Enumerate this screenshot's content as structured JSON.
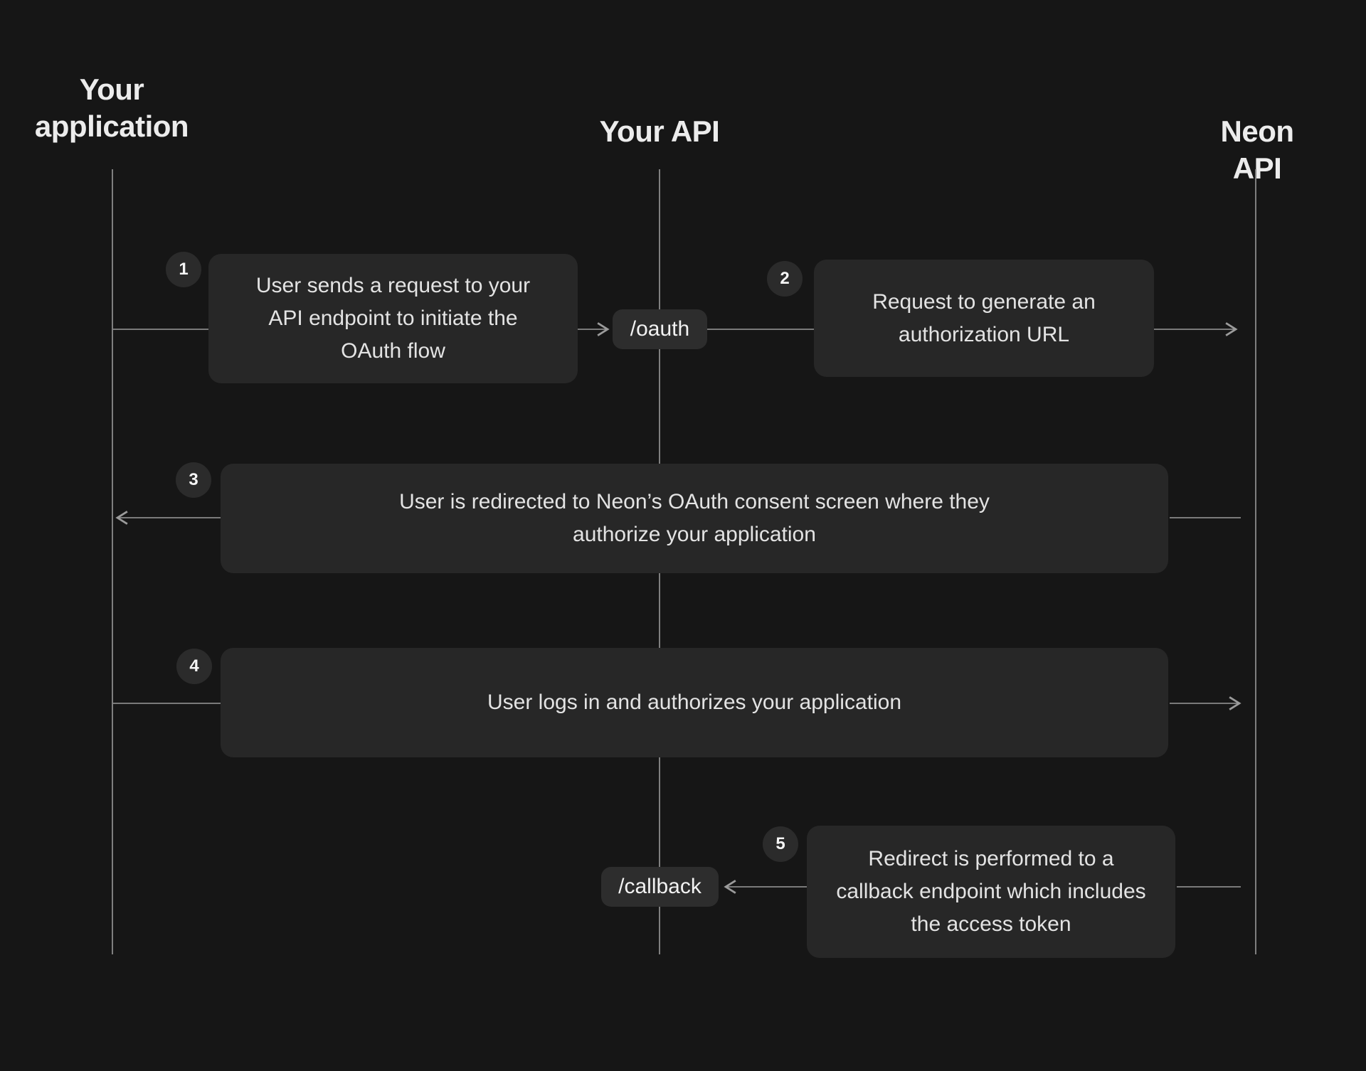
{
  "colors": {
    "background": "#161616",
    "box_fill": "#272727",
    "pill_fill": "#2d2d2d",
    "badge_fill": "#2b2b2b",
    "connector_line": "#9b9b9b",
    "lifeline": "#7f7f7f",
    "heading_text": "#ececec",
    "body_text": "#e3e3e3"
  },
  "participants": [
    {
      "name": "Your\napplication"
    },
    {
      "name": "Your API"
    },
    {
      "name": "Neon API"
    }
  ],
  "endpoints": {
    "oauth": "/oauth",
    "callback": "/callback"
  },
  "steps": [
    {
      "number": "1",
      "text": "User sends a request to your API endpoint to initiate the OAuth flow"
    },
    {
      "number": "2",
      "text": "Request to generate an authorization URL"
    },
    {
      "number": "3",
      "text": "User is redirected to Neon’s OAuth consent screen where they authorize your application"
    },
    {
      "number": "4",
      "text": "User logs in and authorizes your application"
    },
    {
      "number": "5",
      "text": "Redirect is performed to a callback endpoint which includes the access token"
    }
  ]
}
